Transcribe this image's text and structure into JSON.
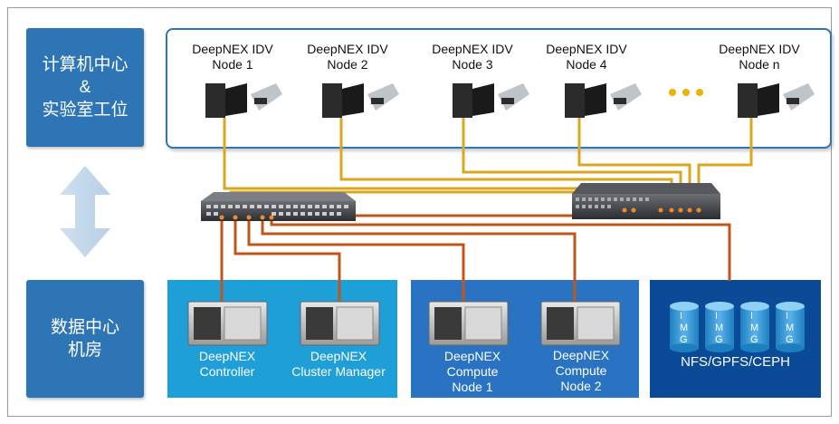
{
  "left_panel": {
    "top_box_lines": [
      "计算机中心",
      "&",
      "实验室工位"
    ],
    "bottom_box_lines": [
      "数据中心",
      "机房"
    ]
  },
  "idv_nodes": [
    {
      "line1": "DeepNEX IDV",
      "line2": "Node 1"
    },
    {
      "line1": "DeepNEX IDV",
      "line2": "Node 2"
    },
    {
      "line1": "DeepNEX IDV",
      "line2": "Node 3"
    },
    {
      "line1": "DeepNEX IDV",
      "line2": "Node 4"
    },
    {
      "line1": "DeepNEX IDV",
      "line2": "Node n"
    }
  ],
  "servers": {
    "controller": [
      "DeepNEX",
      "Controller"
    ],
    "cluster_manager": [
      "DeepNEX",
      "Cluster Manager"
    ],
    "compute1": [
      "DeepNEX",
      "Compute",
      "Node 1"
    ],
    "compute2": [
      "DeepNEX",
      "Compute",
      "Node 2"
    ]
  },
  "storage": {
    "disk_label": "IMG",
    "caption": "NFS/GPFS/CEPH"
  },
  "colors": {
    "dark_blue": "#2e75b6",
    "light_blue": "#1f9fd8",
    "navy": "#0b4a97",
    "yellow_link": "#d9a820",
    "orange_link": "#c0571a"
  }
}
